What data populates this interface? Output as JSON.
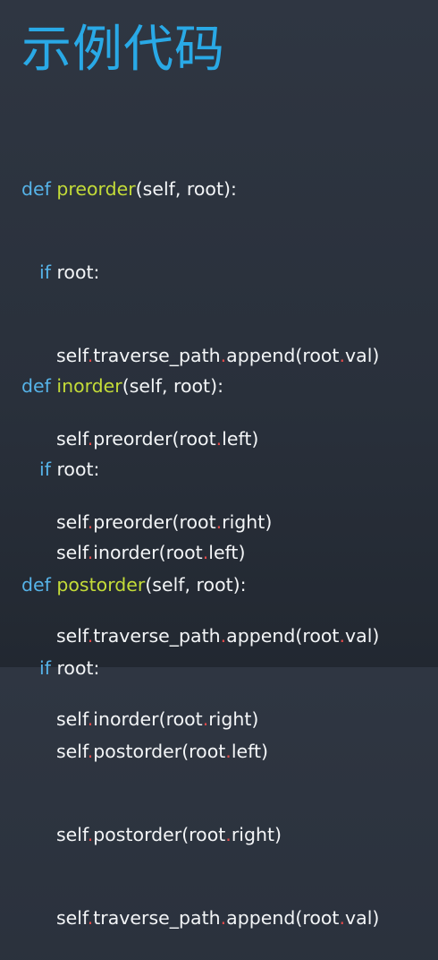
{
  "title": "示例代码",
  "colors": {
    "background": "#2f3642",
    "title": "#29a9e6",
    "keyword": "#56b3e8",
    "function_name": "#c4dc38",
    "dot": "#e44a4a",
    "text": "#f3f5f7"
  },
  "blocks": [
    {
      "def_kw": "def",
      "name": "preorder",
      "params": "(self, root):",
      "if_kw": "if",
      "cond": "root:",
      "calls": [
        {
          "obj": "self",
          "method": "traverse_path",
          "m2": "append",
          "arg_obj": "(root",
          "arg_attr": "val)"
        },
        {
          "obj": "self",
          "method": "preorder",
          "arg_obj": "(root",
          "arg_attr": "left)"
        },
        {
          "obj": "self",
          "method": "preorder",
          "arg_obj": "(root",
          "arg_attr": "right)"
        }
      ]
    },
    {
      "def_kw": "def",
      "name": "inorder",
      "params": "(self, root):",
      "if_kw": "if",
      "cond": "root:",
      "calls": [
        {
          "obj": "self",
          "method": "inorder",
          "arg_obj": "(root",
          "arg_attr": "left)"
        },
        {
          "obj": "self",
          "method": "traverse_path",
          "m2": "append",
          "arg_obj": "(root",
          "arg_attr": "val)"
        },
        {
          "obj": "self",
          "method": "inorder",
          "arg_obj": "(root",
          "arg_attr": "right)"
        }
      ]
    },
    {
      "def_kw": "def",
      "name": "postorder",
      "params": "(self, root):",
      "if_kw": "if",
      "cond": "root:",
      "calls": [
        {
          "obj": "self",
          "method": "postorder",
          "arg_obj": "(root",
          "arg_attr": "left)"
        },
        {
          "obj": "self",
          "method": "postorder",
          "arg_obj": "(root",
          "arg_attr": "right)"
        },
        {
          "obj": "self",
          "method": "traverse_path",
          "m2": "append",
          "arg_obj": "(root",
          "arg_attr": "val)"
        }
      ]
    }
  ]
}
